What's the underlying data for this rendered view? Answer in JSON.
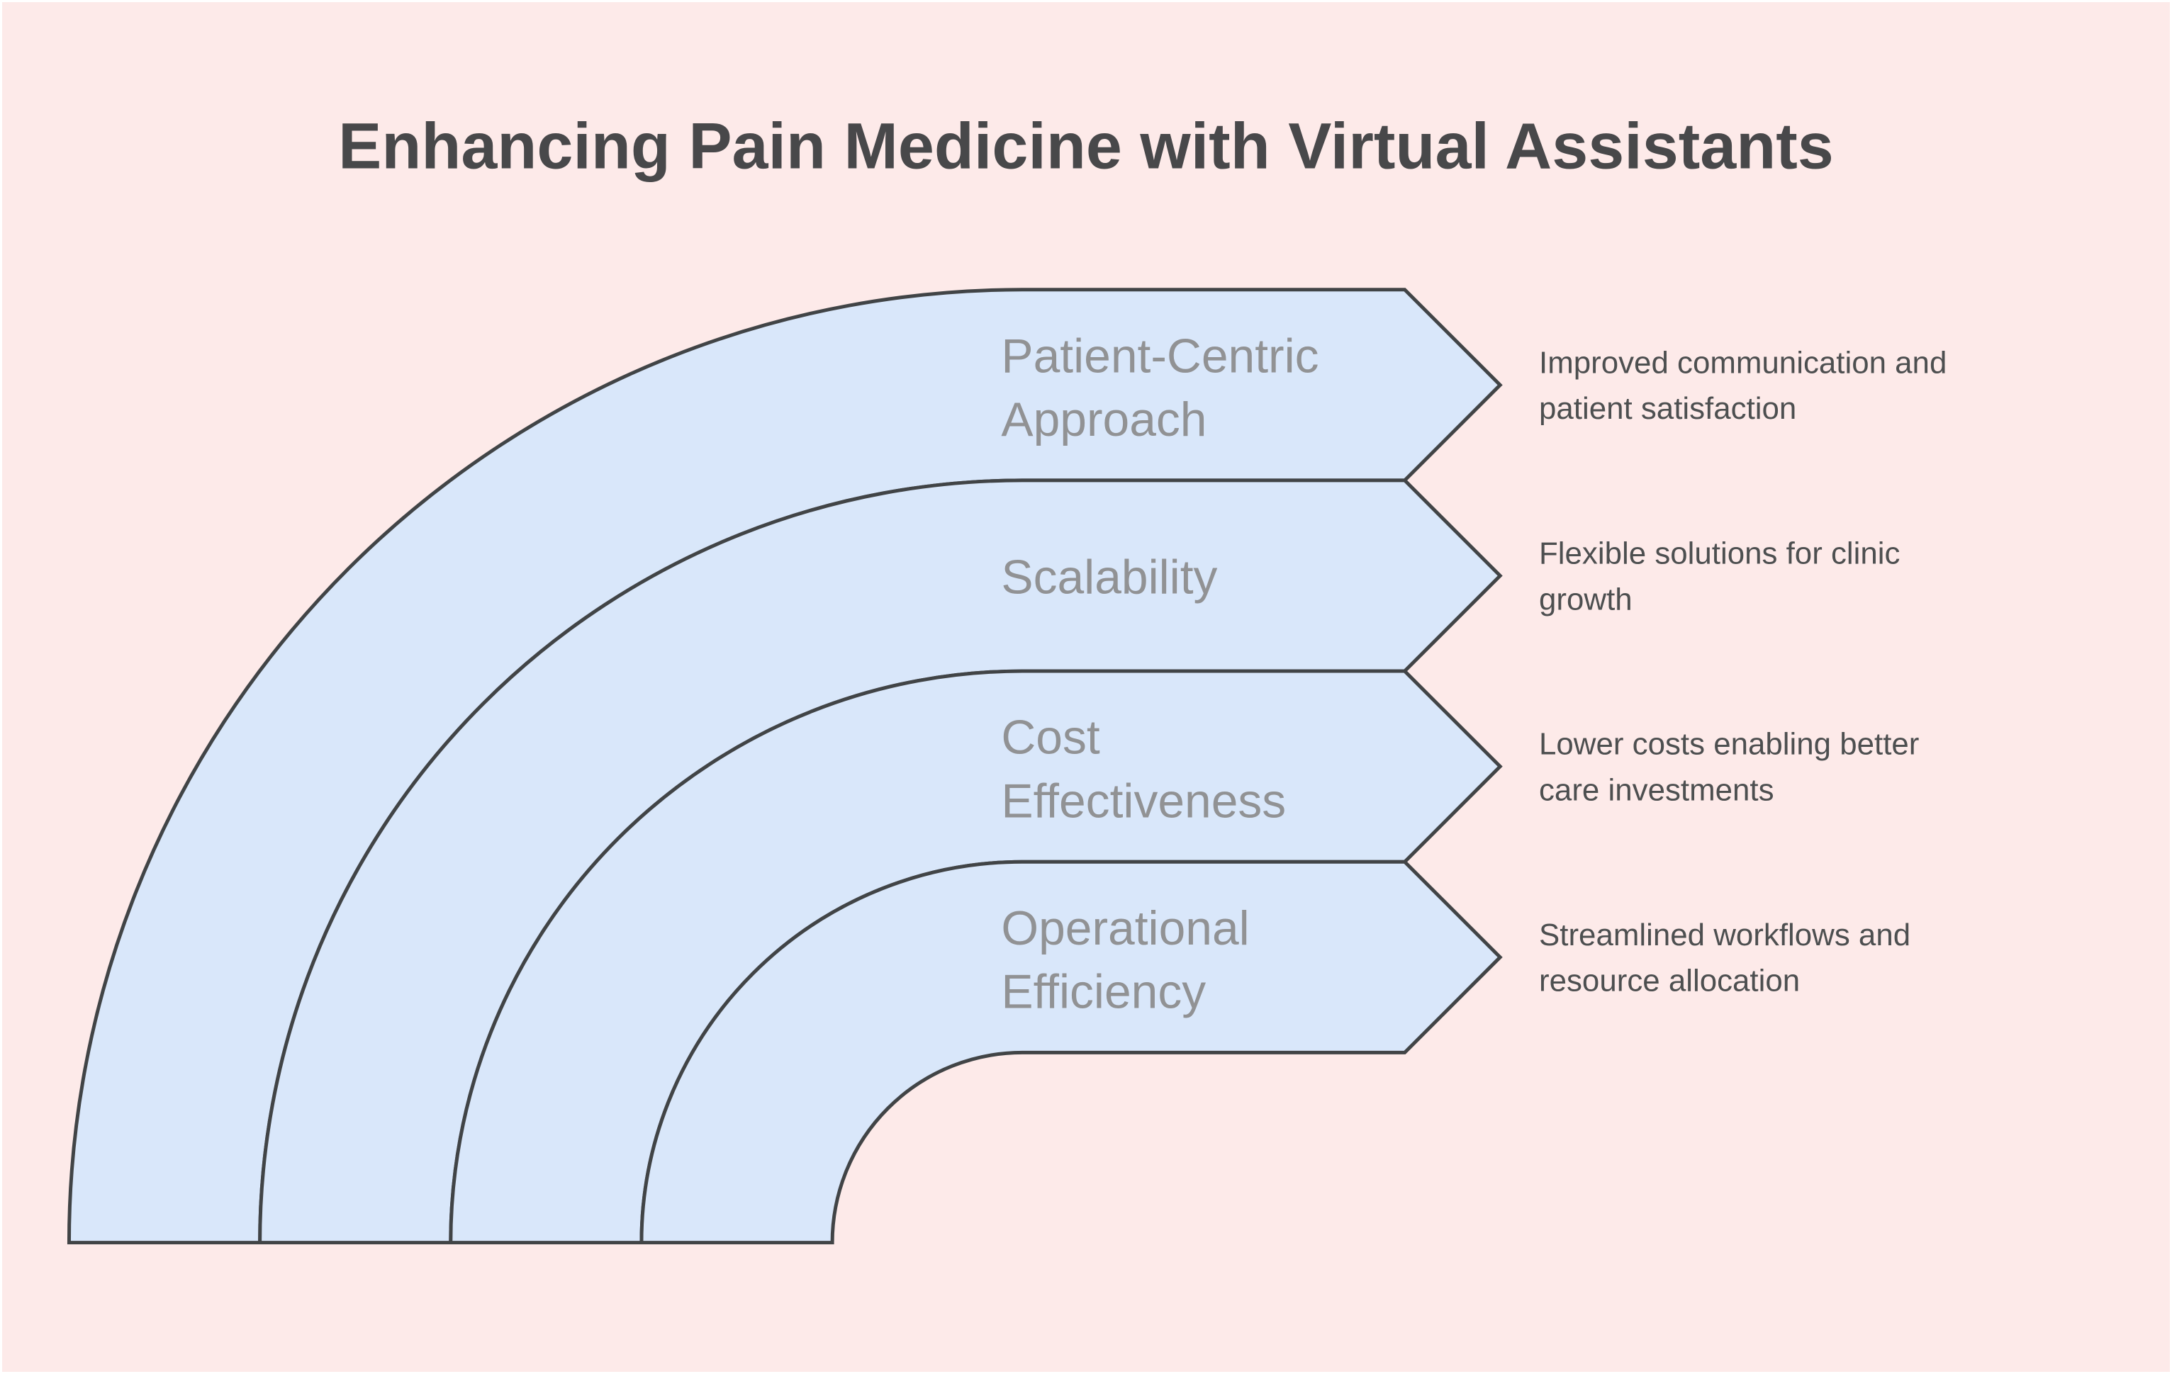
{
  "title": "Enhancing Pain Medicine with Virtual Assistants",
  "diagram": {
    "type": "curved-arrow-list",
    "bands": [
      {
        "label_lines": [
          "Patient-Centric",
          "Approach"
        ],
        "description_lines": [
          "Improved communication and",
          "patient satisfaction"
        ]
      },
      {
        "label_lines": [
          "Scalability"
        ],
        "description_lines": [
          "Flexible solutions for clinic",
          "growth"
        ]
      },
      {
        "label_lines": [
          "Cost",
          "Effectiveness"
        ],
        "description_lines": [
          "Lower costs enabling better",
          "care investments"
        ]
      },
      {
        "label_lines": [
          "Operational",
          "Efficiency"
        ],
        "description_lines": [
          "Streamlined workflows and",
          "resource allocation"
        ]
      }
    ]
  },
  "colors": {
    "bg-pink": "#fdeae9",
    "band-fill": "#d9e7fa",
    "band-stroke": "#414446",
    "title-color": "#48484a",
    "label-color": "#919294",
    "desc-color": "#4d4f50"
  }
}
